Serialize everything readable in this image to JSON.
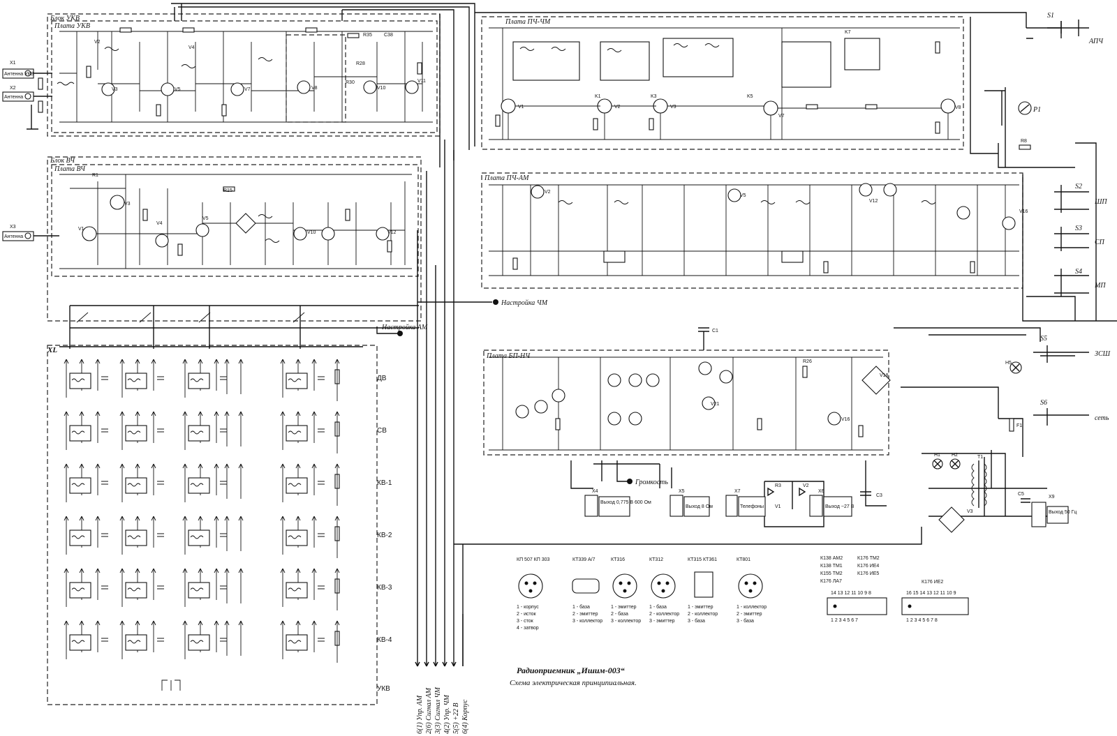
{
  "title": "Радиоприемник „Ишим-003“",
  "subtitle": "Схема электрическая принципиальная.",
  "blocks": {
    "ukv_block": "Блок УКВ",
    "ukv_board": "Плата УКВ",
    "hf_block": "Блок ВЧ",
    "hf_board": "Плата ВЧ",
    "if_fm_board": "Плата ПЧ-ЧМ",
    "if_am_board": "Плата ПЧ-АМ",
    "lf_board": "Плата БП-НЧ"
  },
  "connectors": {
    "x1": "X1",
    "x1_label": "Антенна УКВ",
    "x2": "X2",
    "x2_label": "Антенна",
    "x3": "X3",
    "x3_label": "Антенна",
    "x4": "X4",
    "x4_label": "Выход 0,775 В 600 Ом",
    "x5": "X5",
    "x5_label": "Выход 8 Ом",
    "x6": "X6",
    "x6_label": "Выход ~27 В",
    "x7": "X7",
    "x7_label": "Телефоны",
    "x9": "X9",
    "x9_label": "Выход 50 Гц"
  },
  "switches": {
    "s1": "S1",
    "s1_label": "АПЧ",
    "s2": "S2",
    "s2_label": "ШП",
    "s3": "S3",
    "s3_label": "СП",
    "s4": "S4",
    "s4_label": "МП",
    "s5": "S5",
    "s5_label": "ЗСШ",
    "s6": "S6",
    "s6_label": "сеть"
  },
  "controls": {
    "tuning_fm": "Настройка ЧМ",
    "tuning_am": "Настройка АМ",
    "volume": "Громкость"
  },
  "bands": [
    "ДВ",
    "СВ",
    "КВ-1",
    "КВ-2",
    "КВ-3",
    "КВ-4",
    "УКВ"
  ],
  "bus_signals": [
    "6(1) Упр. АМ",
    "2(6) Сигнал АМ",
    "3(3) Сигнал ЧМ",
    "4(2) Упр. ЧМ",
    "5(5) +22 В",
    "6(4) Корпус"
  ],
  "pinouts": [
    {
      "part": "КП 507 КП 303",
      "pins": [
        "1 - корпус",
        "2 - исток",
        "3 - сток",
        "4 - затвор"
      ]
    },
    {
      "part": "КТ339 А/7",
      "pins": [
        "1 - база",
        "2 - эмиттер",
        "3 - коллектор"
      ]
    },
    {
      "part": "КТ316",
      "pins": [
        "1 - эмиттер",
        "2 - база",
        "3 - коллектор"
      ]
    },
    {
      "part": "КТ312",
      "pins": [
        "1 - база",
        "2 - коллектор",
        "3 - эмиттер"
      ]
    },
    {
      "part": "КТ315 КТ361",
      "pins": [
        "1 - эмиттер",
        "2 - коллектор",
        "3 - база"
      ]
    },
    {
      "part": "КТ801",
      "pins": [
        "1 - коллектор",
        "2 - эмиттер",
        "3 - база"
      ]
    }
  ],
  "ic_list_a": [
    "К138 АМ2",
    "К138 ТМ1",
    "К155 ТМ2",
    "К176 ЛА7"
  ],
  "ic_list_b": [
    "К176 ТМ2",
    "К176 ИЕ4",
    "К176 ИЕ5"
  ],
  "ic_k176ie2": "К176 ИЕ2",
  "dip14_top": "14 13 12 11 10 9 8",
  "dip14_bot": "1 2 3 4 5 6 7",
  "dip16_top": "16 15 14 13 12 11 10 9",
  "dip16_bot": "1 2 3 4 5 6 7 8",
  "misc": {
    "p1": "P1",
    "f1": "F1",
    "t1": "T1",
    "h1": "H1",
    "h2": "H2",
    "h5": "H5",
    "v1": "V1",
    "v2": "V2",
    "v3": "V3",
    "c1": "C1",
    "c3": "C3",
    "c5": "C5",
    "r3": "R3",
    "r8": "R8",
    "xl": "XL"
  }
}
